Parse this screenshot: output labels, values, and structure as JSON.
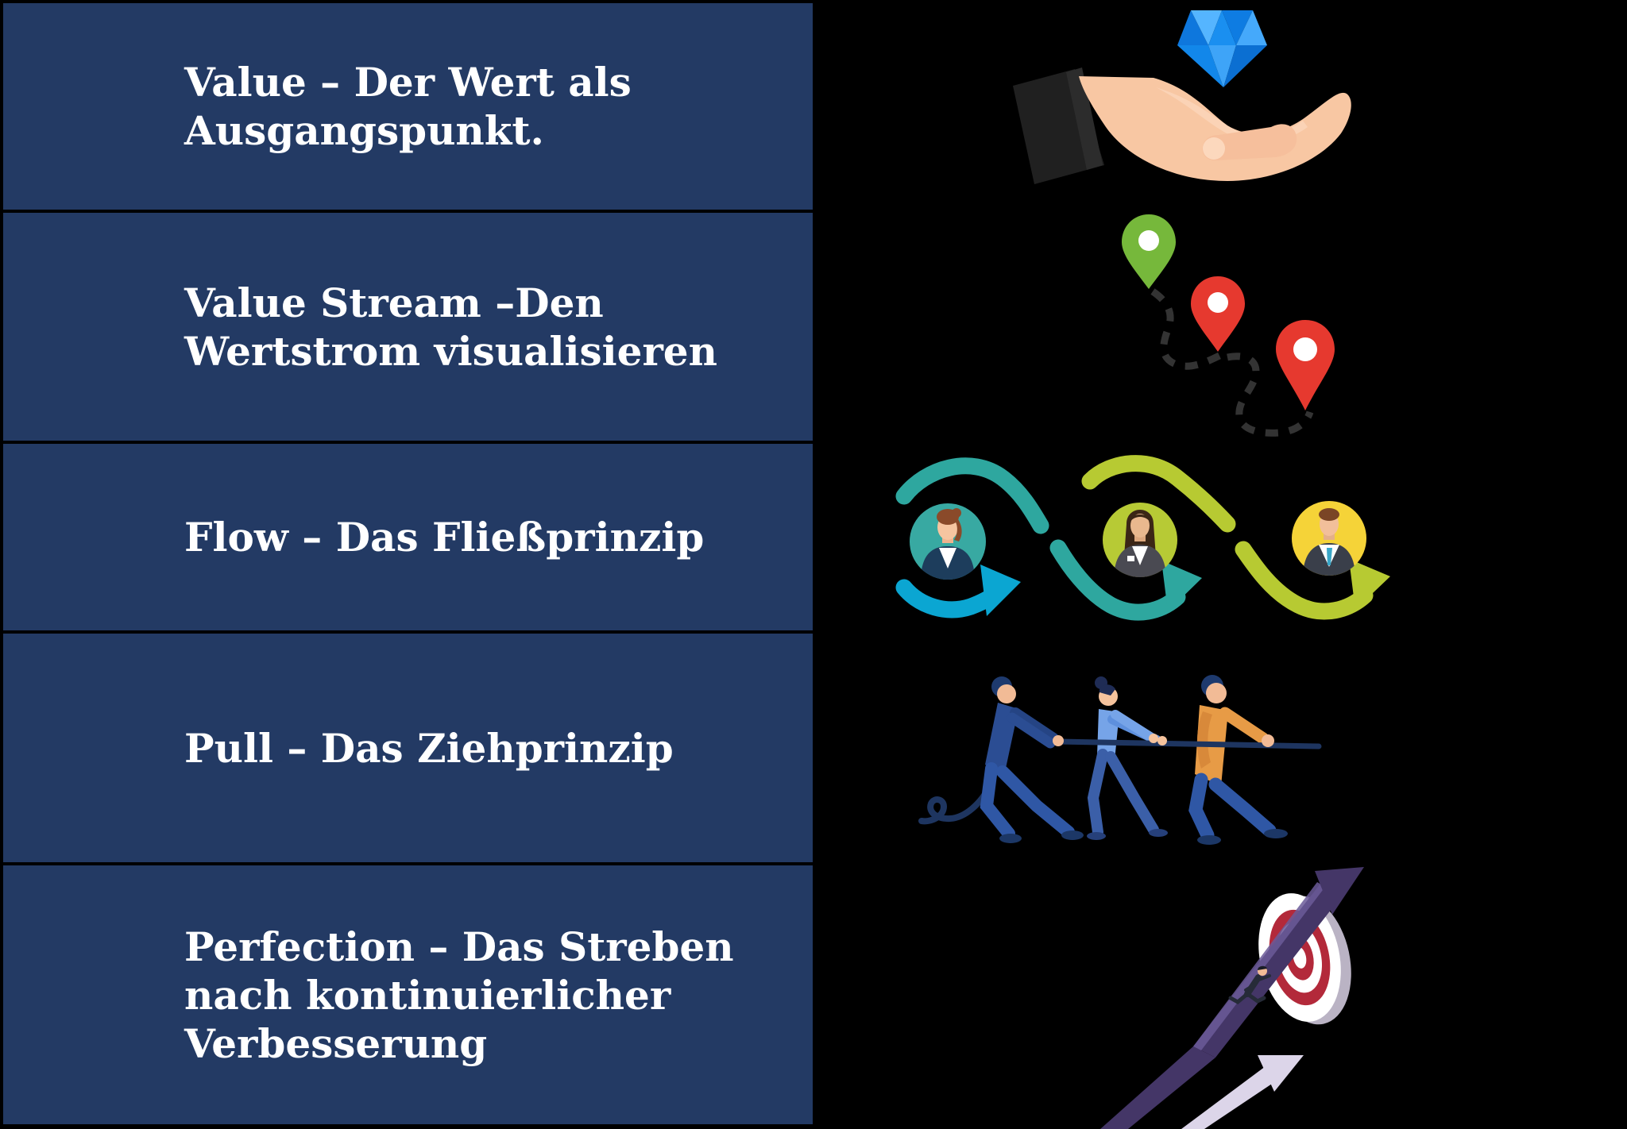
{
  "page": {
    "background_color": "#000000",
    "panel_color": "#233a64",
    "text_color": "#ffffff"
  },
  "rows": [
    {
      "id": "value",
      "title": "Value – Der Wert als\nAusgangspunkt.",
      "illustration": "hand-offering-diamond"
    },
    {
      "id": "value-stream",
      "title": "Value Stream –Den\nWertstrom visualisieren",
      "illustration": "route-with-map-pins"
    },
    {
      "id": "flow",
      "title": "Flow – Das Fließprinzip",
      "illustration": "flow-cycle-avatars"
    },
    {
      "id": "pull",
      "title": "Pull – Das Ziehprinzip",
      "illustration": "tug-of-war"
    },
    {
      "id": "perfection",
      "title": "Perfection – Das Streben\nnach kontinuierlicher\nVerbesserung",
      "illustration": "target-growth-arrow"
    }
  ],
  "illustrations": {
    "hand_offering_diamond": {
      "diamond_color": "#1e8ff2",
      "hand_color": "#f8c7a3",
      "sleeve_color": "#222222"
    },
    "route_with_map_pins": {
      "pin_colors": [
        "#76b83b",
        "#e6392f",
        "#e6392f"
      ],
      "path_color": "#333333"
    },
    "flow_cycle_avatars": {
      "arc_colors": [
        "#2ea79f",
        "#0ba6d2",
        "#b7ca32"
      ],
      "avatar_circle_colors": [
        "#38a9a2",
        "#b7ca35",
        "#f5d338"
      ]
    },
    "tug_of_war": {
      "shirt_colors": [
        "#2b4d93",
        "#76a4e8",
        "#e79b46"
      ],
      "pants_color": "#2f57a5",
      "rope_color": "#1e3560"
    },
    "target_growth_arrow": {
      "arrow_color": "#443667",
      "secondary_arrow_color": "#dcd5e9",
      "target_ring_colors": [
        "#ffffff",
        "#b3293a"
      ]
    }
  }
}
